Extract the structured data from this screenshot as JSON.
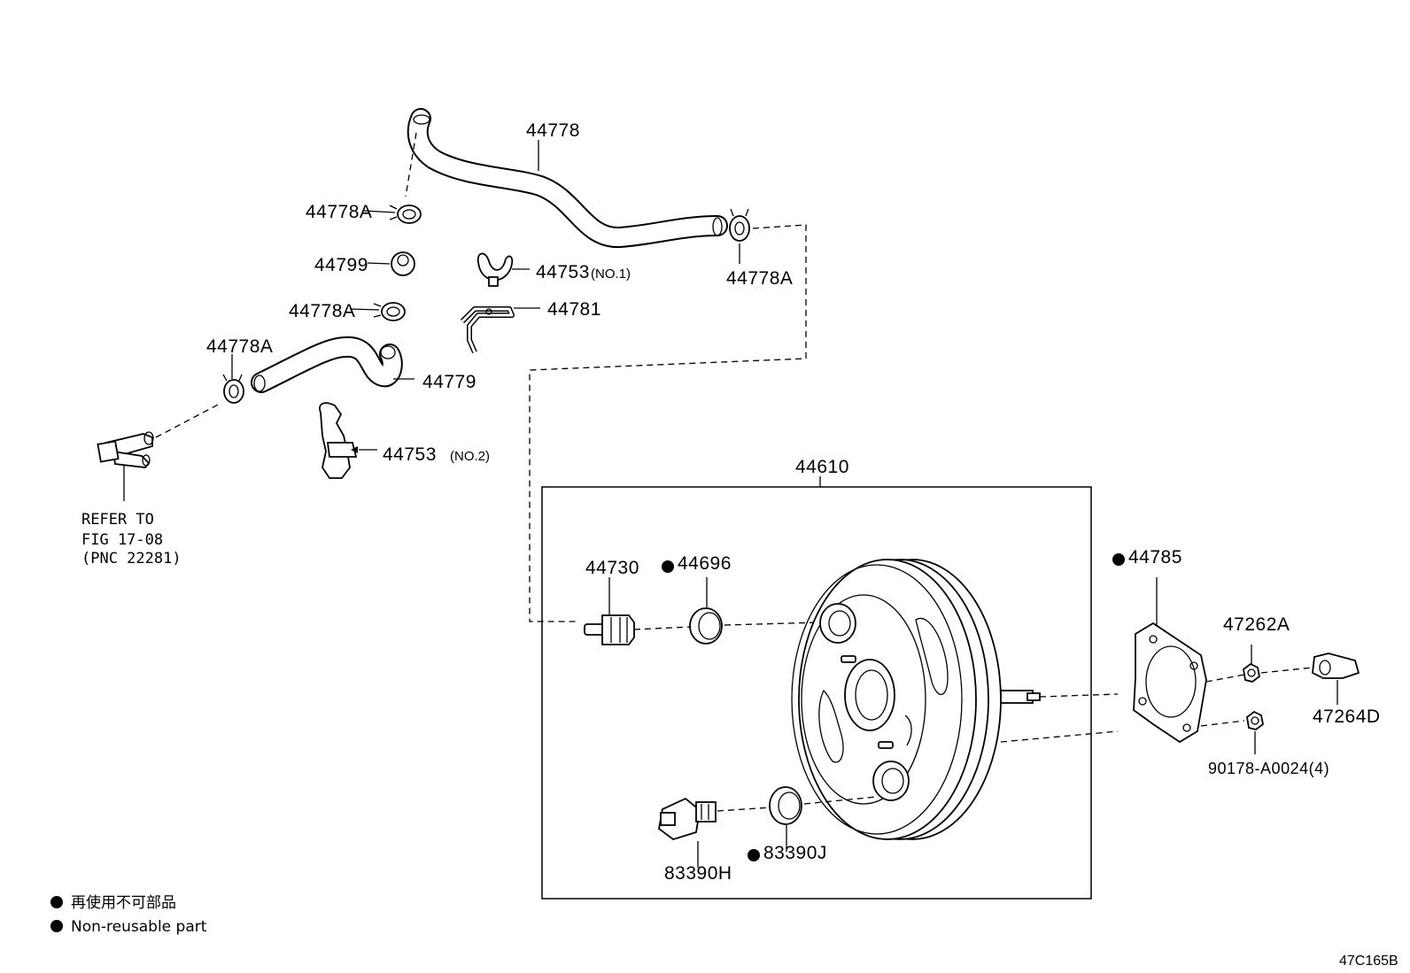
{
  "labels": {
    "p44778": "44778",
    "p44778a_1": "44778A",
    "p44778a_2": "44778A",
    "p44778a_3": "44778A",
    "p44778a_4": "44778A",
    "p44799": "44799",
    "p44753_1": "44753",
    "p44753_1_sub": "(NO.1)",
    "p44781": "44781",
    "p44779": "44779",
    "p44753_2": "44753",
    "p44753_2_sub": "(NO.2)",
    "p44610": "44610",
    "p44730": "44730",
    "p44696": "44696",
    "p44785": "44785",
    "p47262a": "47262A",
    "p47264d": "47264D",
    "p90178": "90178-A0024(4)",
    "p83390h": "83390H",
    "p83390j": "83390J"
  },
  "refer": {
    "line1": "REFER TO",
    "line2": "FIG 17-08",
    "line3": "(PNC 22281)"
  },
  "legend": {
    "jp": "再使用不可部品",
    "en": "Non-reusable part"
  },
  "figure_id": "47C165B"
}
